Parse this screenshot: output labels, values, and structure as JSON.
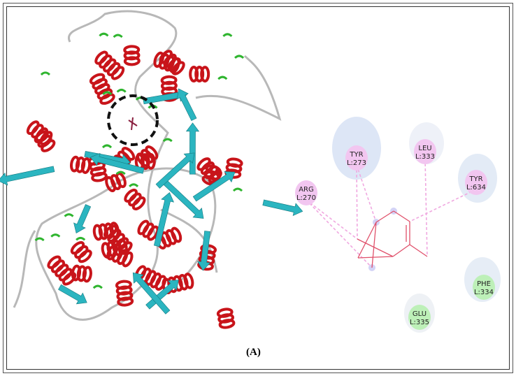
{
  "figure_label": "(A)",
  "colors": {
    "helix": "#c8141a",
    "sheet": "#2bb5c0",
    "coil": "#b8b8b8",
    "turn": "#2fb52f",
    "alkyl": "#f2c6f0",
    "vdw": "#bdf0b8",
    "ligand": "#e0506a"
  },
  "protein": {
    "highlight_icon": "dashed-circle"
  },
  "residues": [
    {
      "name": "ARG",
      "id": "L:270",
      "type": "alkyl"
    },
    {
      "name": "TYR",
      "id": "L:273",
      "type": "alkyl"
    },
    {
      "name": "LEU",
      "id": "L:333",
      "type": "alkyl"
    },
    {
      "name": "TYR",
      "id": "L:634",
      "type": "alkyl"
    },
    {
      "name": "PHE",
      "id": "L:334",
      "type": "vdw"
    },
    {
      "name": "GLU",
      "id": "L:335",
      "type": "vdw"
    }
  ]
}
